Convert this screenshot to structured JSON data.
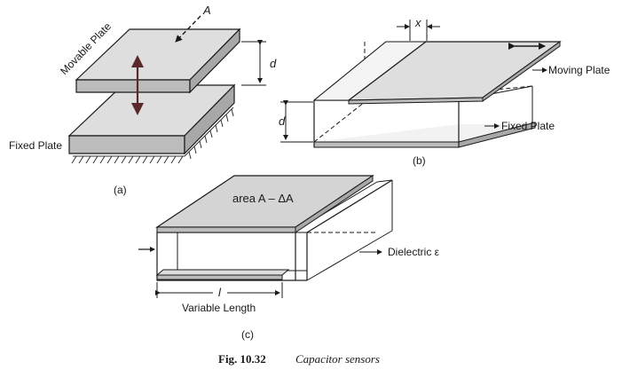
{
  "panel_a": {
    "area_symbol": "A",
    "distance_symbol": "d",
    "movable_plate": "Movable Plate",
    "fixed_plate": "Fixed Plate",
    "tag": "(a)"
  },
  "panel_b": {
    "offset_symbol": "x",
    "distance_symbol": "d",
    "moving_plate": "Moving Plate",
    "fixed_plate": "Fixed Plate",
    "tag": "(b)"
  },
  "panel_c": {
    "area_label": "area A – ΔA",
    "dielectric": "Dielectric ε",
    "length_symbol": "l",
    "variable_length": "Variable Length",
    "tag": "(c)"
  },
  "caption": {
    "fig_number": "Fig. 10.32",
    "title": "Capacitor sensors"
  },
  "colors": {
    "plate_top": "#dedede",
    "plate_front": "#bcbcbc",
    "plate_side": "#a8a8a8",
    "line": "#1a1a1a"
  }
}
